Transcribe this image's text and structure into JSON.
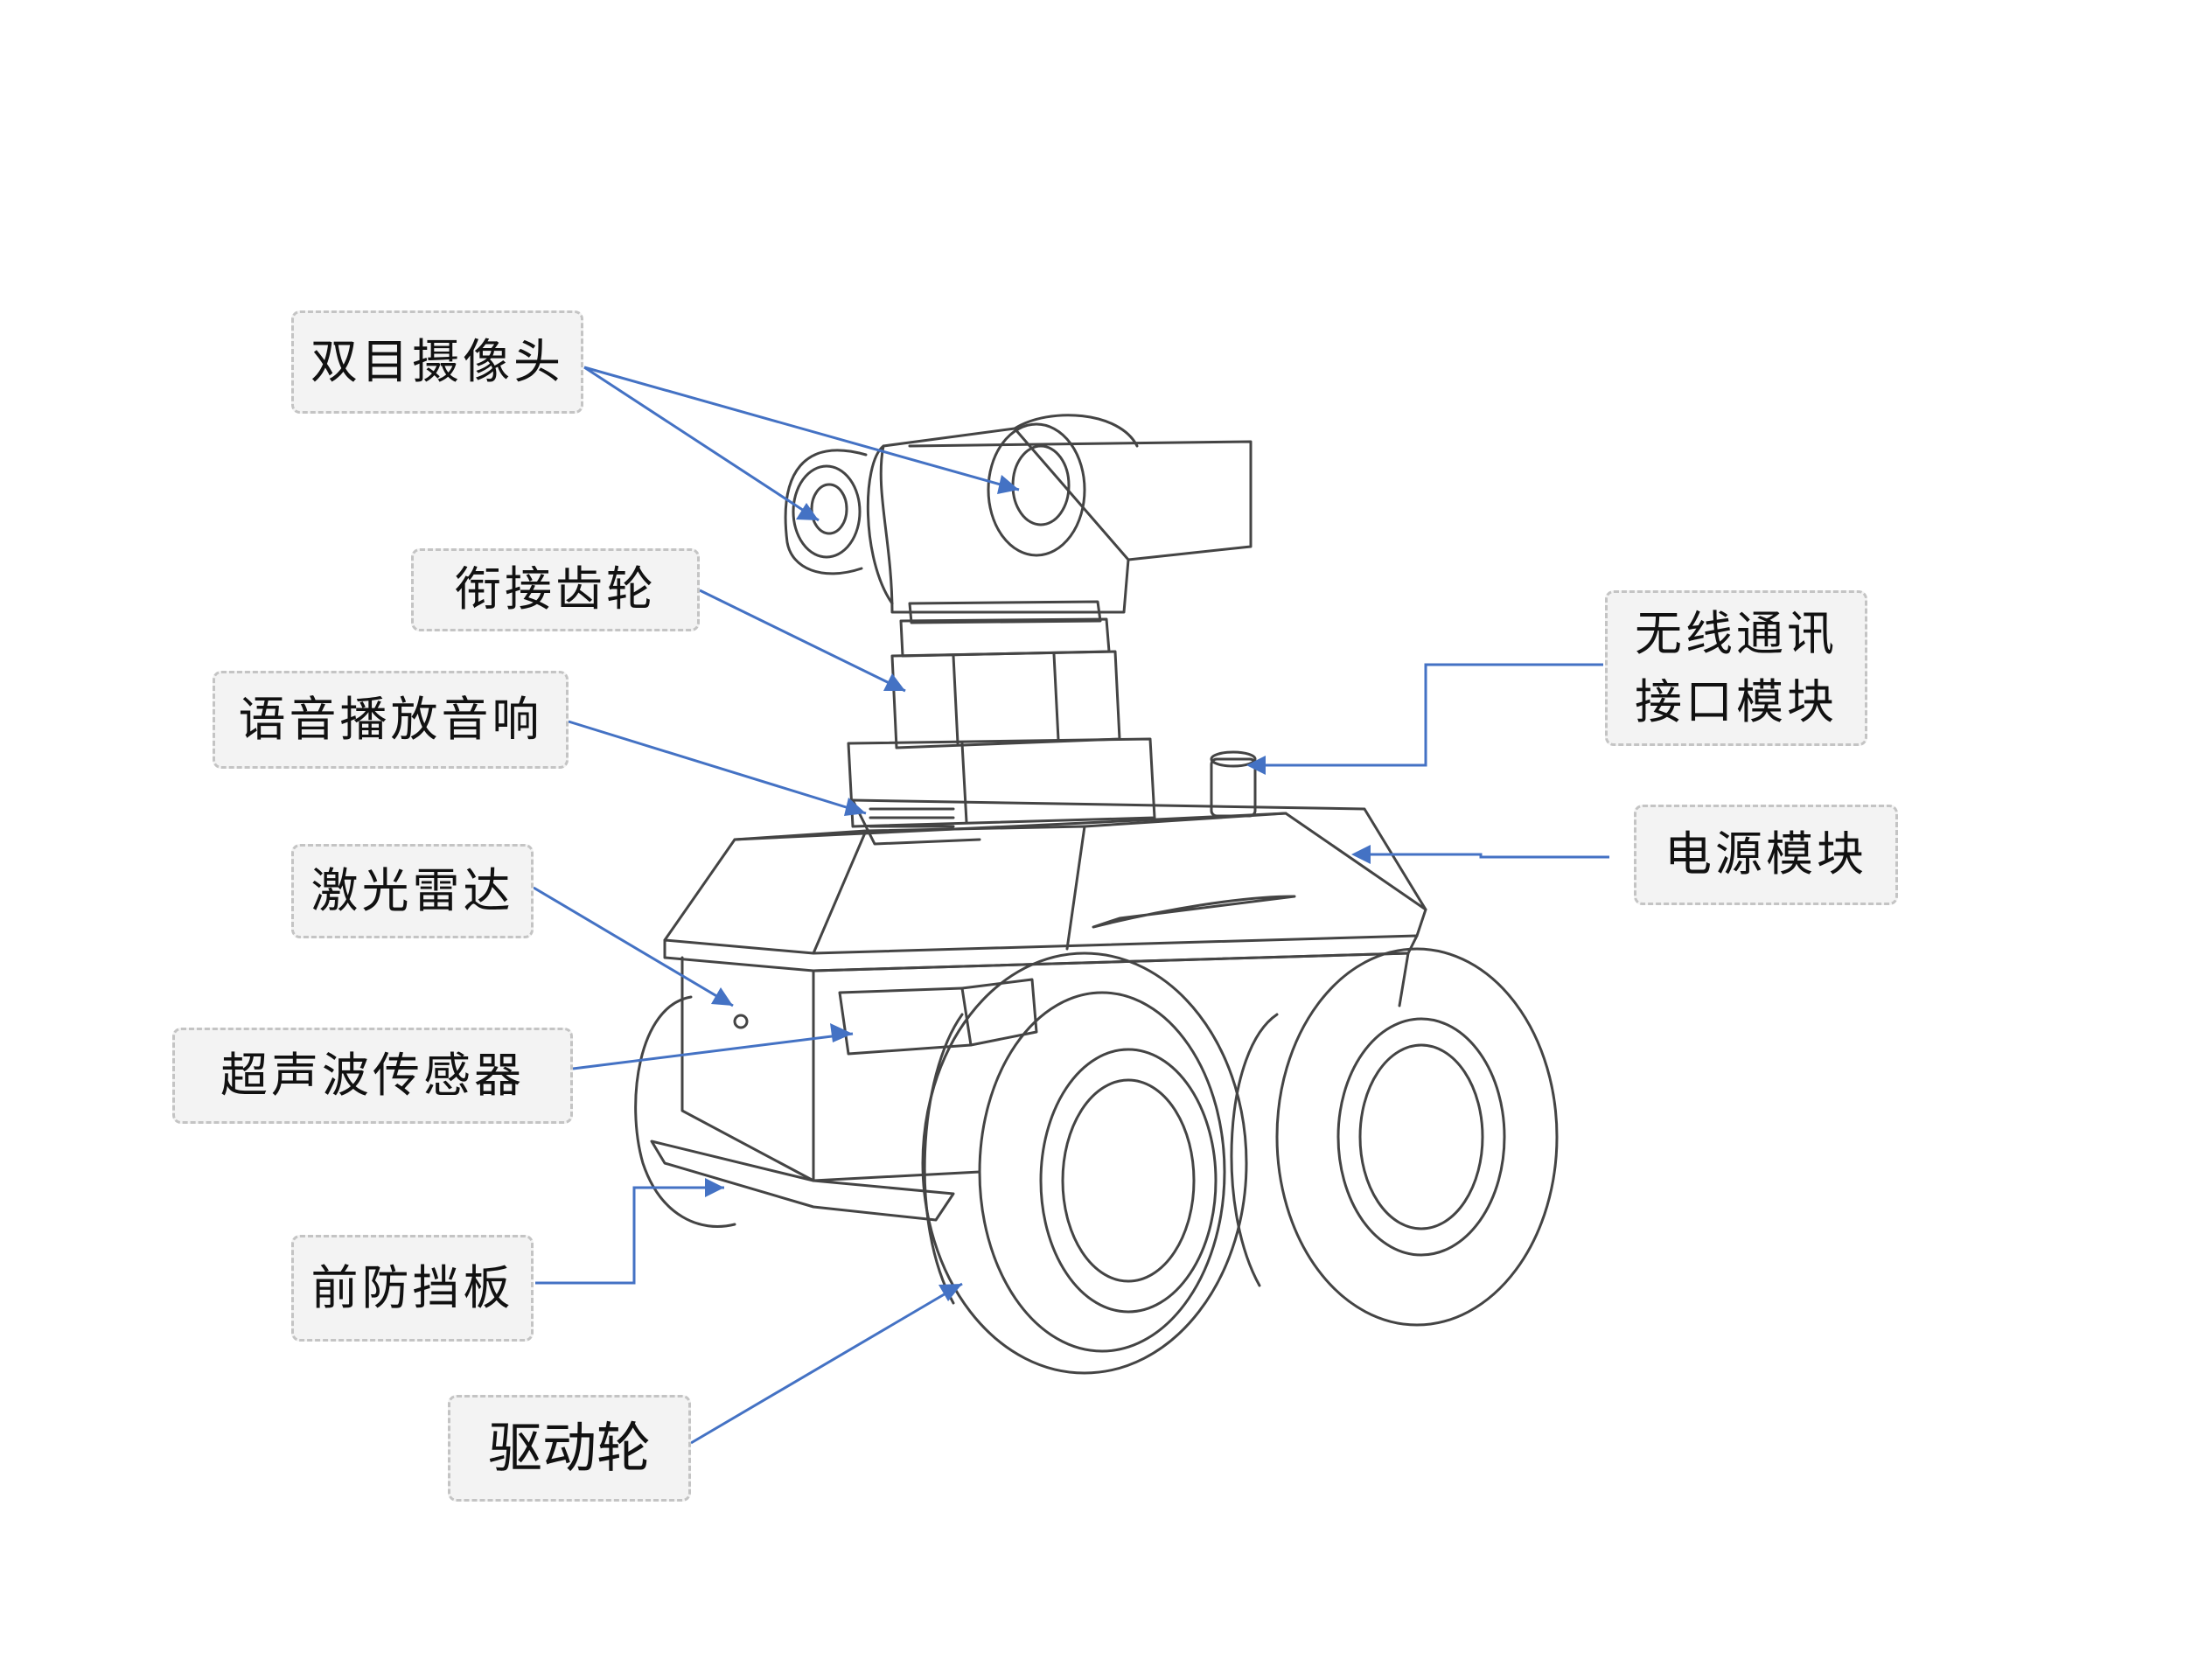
{
  "labels": {
    "binocular_camera": "双目摄像头",
    "connecting_gear": "衔接齿轮",
    "speaker": "语音播放音响",
    "lidar": "激光雷达",
    "ultrasonic": "超声波传感器",
    "front_guard": "前防挡板",
    "drive_wheel": "驱动轮",
    "wireless": "无线通讯\n接口模块",
    "power": "电源模块"
  },
  "colors": {
    "leader": "#4472c4",
    "sketch": "#444444",
    "label_bg": "#f3f3f3",
    "label_border": "#c4c4c4"
  }
}
